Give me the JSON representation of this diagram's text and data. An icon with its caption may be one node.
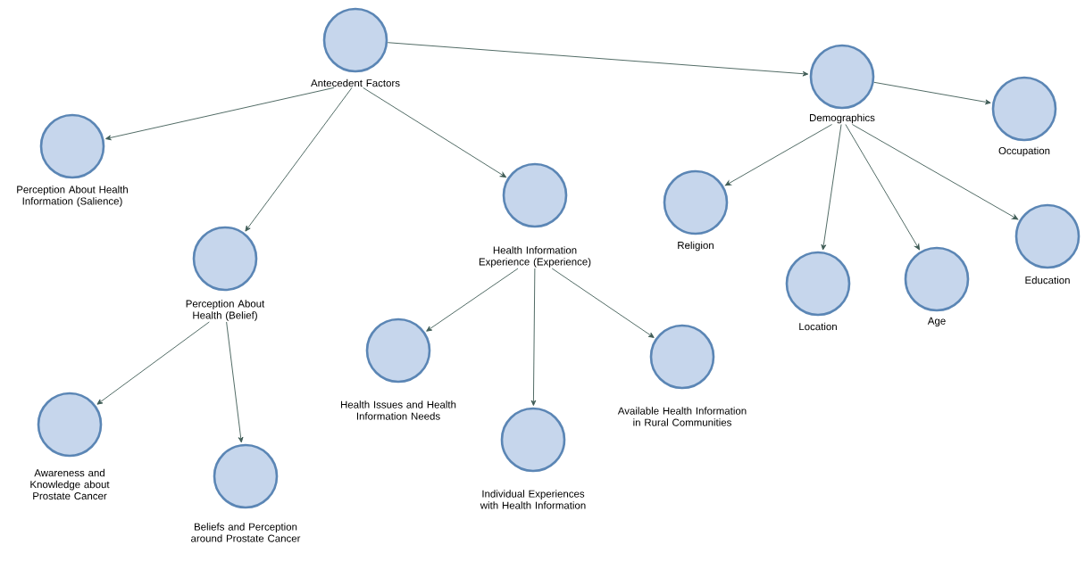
{
  "diagram": {
    "nodes": [
      {
        "text": [
          "Antecedent Factors"
        ]
      },
      {
        "text": [
          "Perception About Health Information (Salience)"
        ]
      },
      {
        "text": [
          "Perception About Health (Belief)"
        ]
      },
      {
        "text": [
          "Awareness and Knowledge about Prostate Cancer"
        ]
      },
      {
        "text": [
          "Beliefs and Perception around Prostate Cancer"
        ]
      },
      {
        "text": [
          "Health Information Experience (Experience)"
        ]
      },
      {
        "text": [
          "Health Issues and Health Information Needs"
        ]
      },
      {
        "text": [
          "Individual Experiences with Health Information"
        ]
      },
      {
        "text": [
          "Available Health Information in Rural Communities"
        ]
      },
      {
        "text": [
          "Demographics"
        ]
      },
      {
        "text": [
          "Occupation"
        ]
      },
      {
        "text": [
          "Religion"
        ]
      },
      {
        "text": [
          "Location"
        ]
      },
      {
        "text": [
          "Age"
        ]
      },
      {
        "text": [
          "Education"
        ]
      }
    ],
    "edges": [
      {
        "from": 0,
        "to": 9,
        "arrow": "to"
      },
      {
        "from": 0,
        "to": 1,
        "arrow": "to"
      },
      {
        "from": 0,
        "to": 2,
        "arrow": "to"
      },
      {
        "from": 0,
        "to": 5,
        "arrow": "to"
      },
      {
        "from": 2,
        "to": 3,
        "arrow": "to"
      },
      {
        "from": 2,
        "to": 4,
        "arrow": "to"
      },
      {
        "from": 5,
        "to": 6,
        "arrow": "to"
      },
      {
        "from": 5,
        "to": 7,
        "arrow": "to"
      },
      {
        "from": 5,
        "to": 8,
        "arrow": "to"
      },
      {
        "from": 9,
        "to": 10,
        "arrow": "to"
      },
      {
        "from": 9,
        "to": 11,
        "arrow": "to"
      },
      {
        "from": 9,
        "to": 12,
        "arrow": "to"
      },
      {
        "from": 9,
        "to": 13,
        "arrow": "to"
      },
      {
        "from": 9,
        "to": 14,
        "arrow": "to"
      }
    ]
  }
}
